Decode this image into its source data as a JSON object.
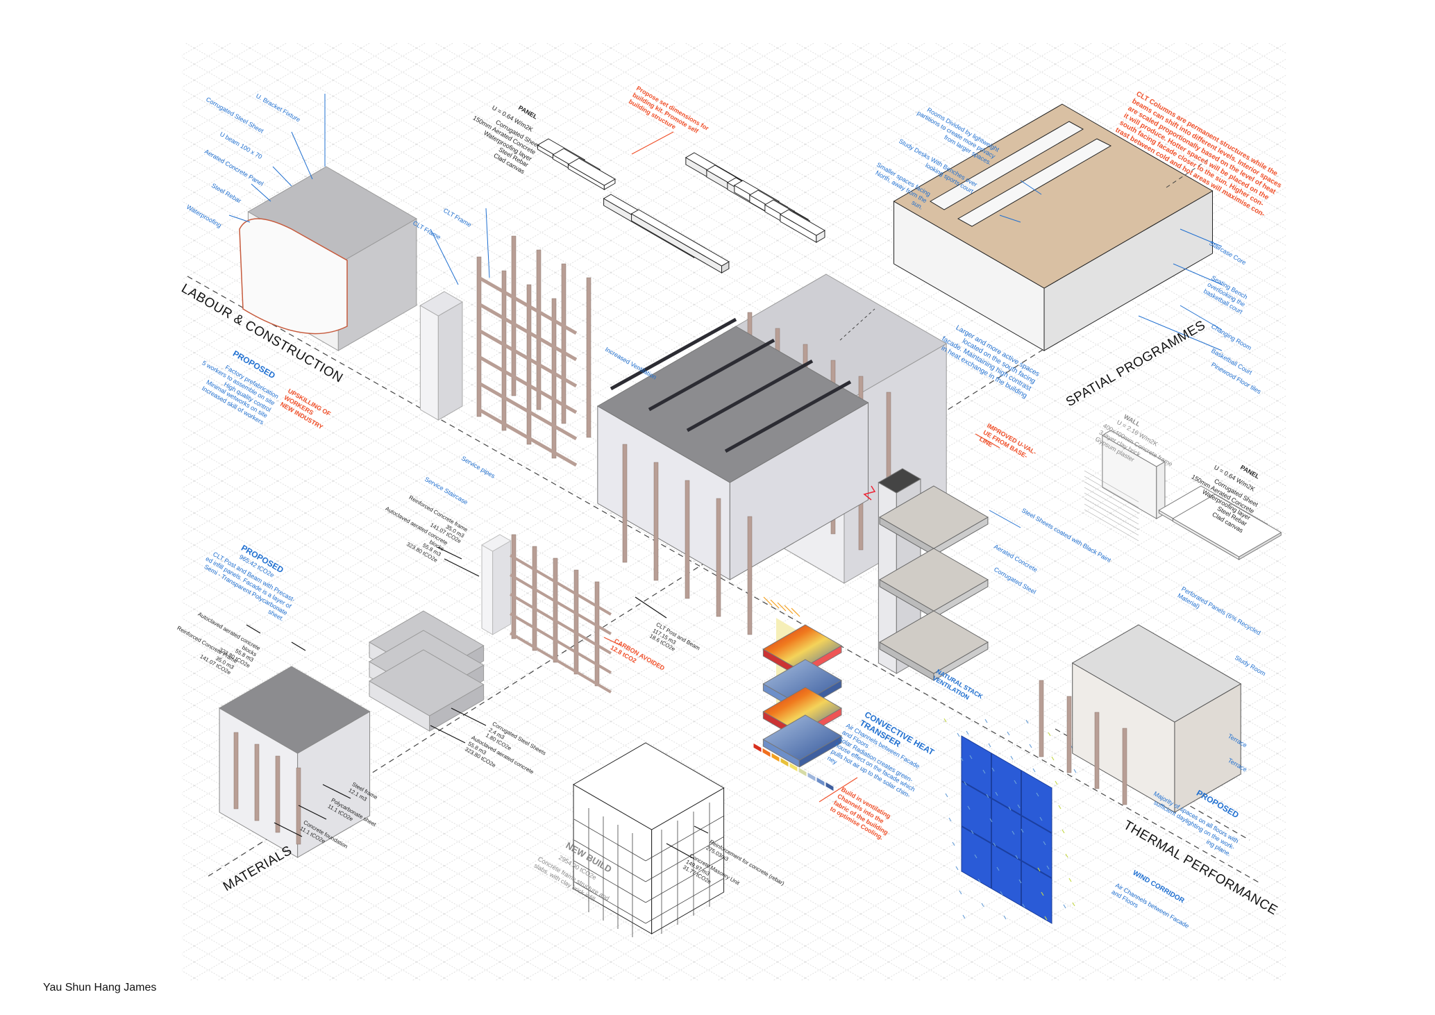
{
  "footer": {
    "author": "Yau Shun Hang James"
  },
  "sections": {
    "labour": "LABOUR & CONSTRUCTION",
    "spatial": "SPATIAL PROGRAMMES",
    "thermal": "THERMAL PERFORMANCE",
    "materials": "MATERIALS"
  },
  "colors": {
    "annotation_blue": "#1f6fd0",
    "annotation_orange": "#f0502a",
    "clt_timber": "#b89e95",
    "court_floor": "#d9c0a3",
    "wind_blue": "#2a5bd7"
  },
  "labour": {
    "proposed_title": "PROPOSED",
    "proposed_text": "Factory prefabrication\n5 workers to assemble on site\nHigh quality control\nMinimal wetworks on site\nIncreased skill of workers",
    "upskilling": "UPSKILLING OF\nWORKERS\nNEW INDUSTRY",
    "cube_labels": [
      "U. Bracket Fixture",
      "Corrugated Steel Sheet",
      "U beam 100 x 70",
      "Aerated Concrete Panel",
      "Steel Rebar",
      "Waterproofing"
    ],
    "frame_labels": [
      "CLT Frame",
      "CLT Frame",
      "Increased Ventilation",
      "Service pipes",
      "Service Staircase"
    ]
  },
  "kit": {
    "panel_title": "PANEL",
    "panel_u": "U = 0.64 W/m2K",
    "panel_layers": "Corrugated Sheet\n150mm Aerated Concrete\nWaterproofing layer\nSteel Rebar\nClad canvas",
    "note": "Propose set dimensions for\nbuilding kit. Promote self\nbuilding structure"
  },
  "spatial": {
    "clt_note": "CLT Columns are permanent structures while the\nbeams can shift into different levels. Interior spaces\nare scaled proportionally based on the level of heat\nit will produce. Hotter spaces will be placed on the\nsouth facing facade closer to the sun. Higher con-\ntrast between cold and hot areas will maximise con-",
    "labels_left": [
      "Rooms Divided by lightweight\npartitions to create more privacy\nfrom larger spaces.",
      "Study Desks With Benches over\nlooking sports court",
      "Smaller spaces facing\nNorth, away from the\nsun."
    ],
    "labels_right": [
      "Staircase Core",
      "Seating Bench\noverlooking the\nbasketball court",
      "Changing Room",
      "Basketball Court",
      "Pinewood Floor tiles"
    ],
    "active_note": "Larger and more active spaces\nlocated on the south facing\nfacade. Maintaining high contrast\nin heat exchange in the building",
    "improved": "IMPROVED U-VAL-\nUE FROM BASE-\nLINE",
    "wall_title": "WALL",
    "wall_u": "U = 2.16 W/m2K",
    "wall_layers": "400x400mm Concrete frame\n3 layer clay brick\nGypsum plaster",
    "panel_title": "PANEL",
    "panel_u": "U = 0.64 W/m2K",
    "panel_layers": "Corrugated Sheet\n150mm Aerated Concrete\nWaterproofing layer\nSteel Rebar\nClad canvas"
  },
  "thermal": {
    "facade_labels": [
      "Steel Sheets coated with Black Paint",
      "Aerated Concrete",
      "Corrugated Steel"
    ],
    "stack": "NATURAL STACK\nVENTILATION",
    "convective_title": "CONVECTIVE HEAT\nTRANSFER",
    "convective_text": "Air Channels between Facade\nand Floors\nSolar Radiation creates green-\nhouse effect on the facade which\npulls hot air up to the solar chim-\nney",
    "cooling_note": "Build in ventilating\nChannels into the\nfabric of the building\nto optimise Cooling.",
    "apartment_labels": [
      "Perforated Panels (6% Recycled\nMaterial)",
      "Study Room",
      "Terrace",
      "Terrace"
    ],
    "proposed_title": "PROPOSED",
    "proposed_text": "Majority of spaces on all floors with\nsufficient daylighting on the work-\ning plane.",
    "wind_title": "WIND CORRIDOR",
    "wind_text": "Air Channels between Facade\nand Floors",
    "heat_legend": [
      "#d7301f",
      "#f06f1e",
      "#f3a01f",
      "#e8c13a",
      "#f3e36b",
      "#d6dba6",
      "#9fb6dc",
      "#6d8fc9",
      "#3f5f9f"
    ]
  },
  "materials": {
    "proposed_title": "PROPOSED",
    "proposed_value": "965.42 tCO2e",
    "proposed_text": "CLT Post and Beam with Precast-\ned infill panels. Facade is a layer of\nSemi - Transparent Polycarbonate\nsheet.",
    "frame_labels": [
      "Reinforced Concrete frame\n35.0 m3\n141.07 tCO2e",
      "Autoclaved aerated concrete\nblocks\n55.8 m3\n323.80 tCO2e"
    ],
    "left_labels": [
      "Autoclaved aerated concrete\nblocks\n55.8 m3\n323.80 tCO2e",
      "Reinforced Concrete Frame\n35.0 m3\n141.07 tCO2e"
    ],
    "clt_label": "CLT Post and Beam\n117.15 m3\n18.6 tCO2e",
    "carbon_avoided": "CARBON AVOIDED\n12.8 tCO2",
    "block_labels": [
      "Corrugated Steel Sheets\n2.4 m3\n1.80 tCO2e",
      "Autoclaved aerated concrete\n55.8 m3\n323.80 tCO2e"
    ],
    "small_labels": [
      "Steel frame\n12.1 m3",
      "Polycarbonate sheet\n11.1 tCO2e",
      "Concrete foundation\n11.1 tCO2e"
    ],
    "new_build_title": "NEW BUILD",
    "new_build_value": "2954.90 tCO2e",
    "new_build_text": "Concrete frame structure and\nslabs, with clay brick infill",
    "masonry": "Concrete Masonry Unit\n149.97 m3\n31.77 tCO2e",
    "rebar": "Reinforcement for concrete (rebar)\n275.03m3"
  }
}
